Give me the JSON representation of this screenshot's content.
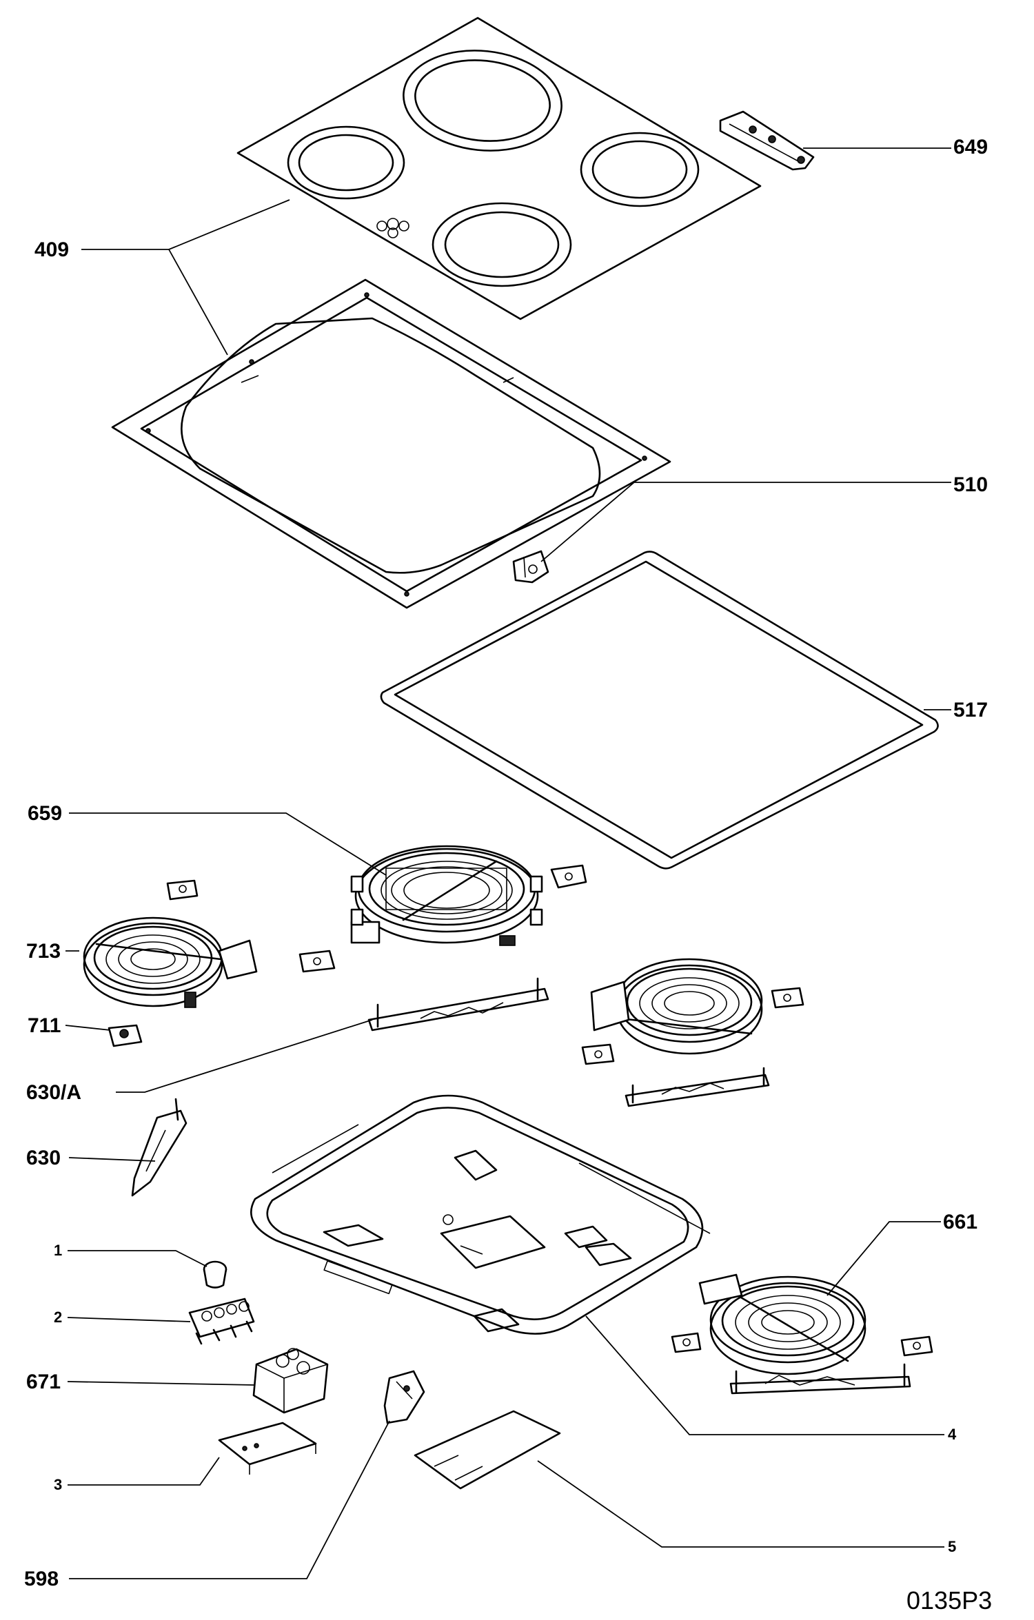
{
  "labels": {
    "p649": "649",
    "p409": "409",
    "p510": "510",
    "p517": "517",
    "p659": "659",
    "p713": "713",
    "p711": "711",
    "p630a": "630/A",
    "p630": "630",
    "p661": "661",
    "p1": "1",
    "p2": "2",
    "p671": "671",
    "p3": "3",
    "p598": "598",
    "p4": "4",
    "p5": "5"
  },
  "diagram_code": "0135P3"
}
